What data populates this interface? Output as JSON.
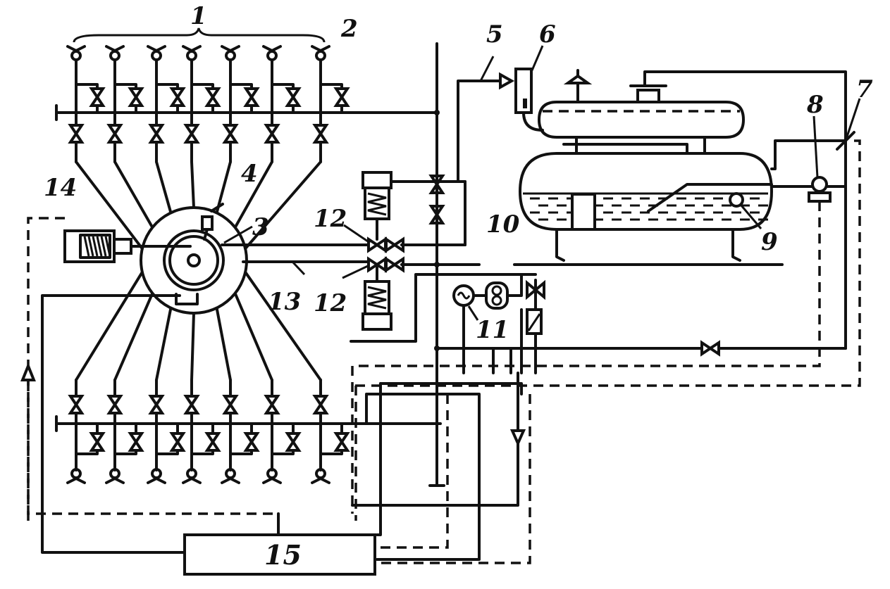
{
  "labels": {
    "l1": "1",
    "l2": "2",
    "l3": "3",
    "l4": "4",
    "l5": "5",
    "l6": "6",
    "l7": "7",
    "l8": "8",
    "l9": "9",
    "l10": "10",
    "l11": "11",
    "l12a": "12",
    "l12b": "12",
    "l13": "13",
    "l14": "14",
    "l15": "15"
  },
  "top_manifold": {
    "branch_count": 7
  },
  "bottom_manifold": {
    "branch_count": 7
  },
  "colors": {
    "line": "#111111",
    "background": "#ffffff"
  }
}
